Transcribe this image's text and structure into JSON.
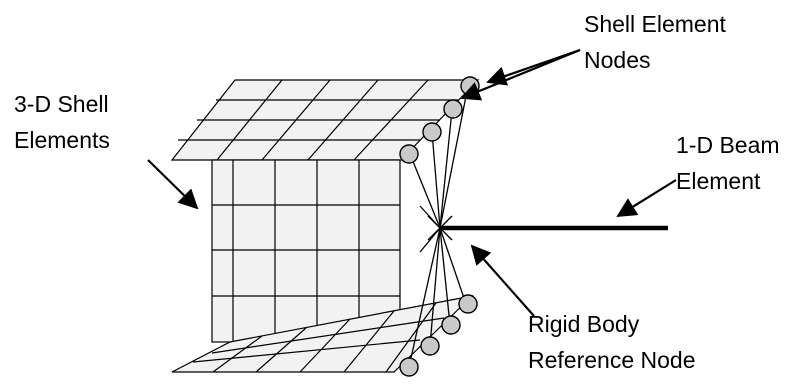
{
  "labels": {
    "shell_element_nodes": [
      "Shell Element",
      "Nodes"
    ],
    "three_d_shell_elements": [
      "3-D Shell",
      "Elements"
    ],
    "one_d_beam_element": [
      "1-D Beam",
      "Element"
    ],
    "rigid_body_reference_node": [
      "Rigid Body",
      "Reference Node"
    ]
  },
  "colors": {
    "line": "#000000",
    "mesh_fill": "#f2f2f2",
    "node_fill": "#c9c9c9",
    "background": "#ffffff"
  }
}
